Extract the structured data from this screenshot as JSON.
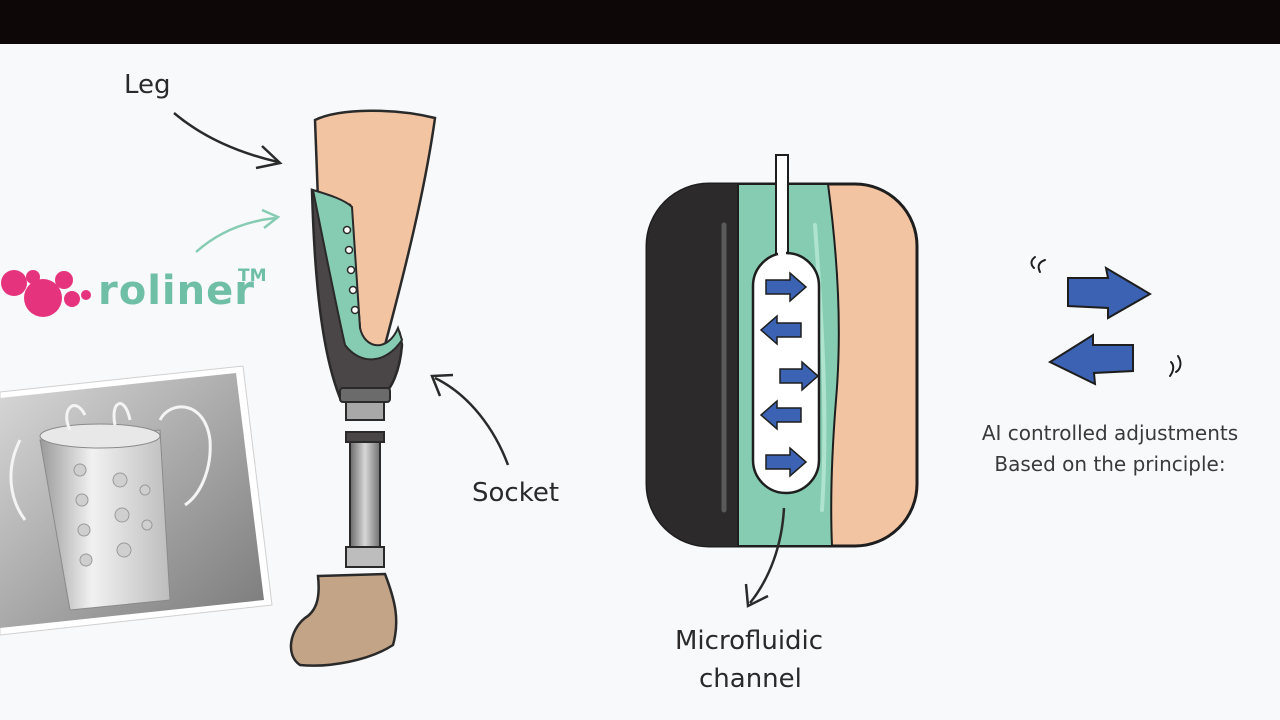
{
  "labels": {
    "leg": "Leg",
    "socket": "Socket",
    "microfluidic_line1": "Microfluidic",
    "microfluidic_line2": "channel"
  },
  "brand": {
    "name": "roliner",
    "trademark": "TM"
  },
  "caption": {
    "line1": "AI controlled adjustments",
    "line2": "Based on the principle:"
  },
  "colors": {
    "skin": "#f2c4a2",
    "liner_teal": "#86ccb2",
    "socket_dark": "#4a4547",
    "arrow_blue": "#3b62b3",
    "brand_pink": "#e6337e",
    "brand_teal": "#6fbfa6",
    "top_bar": "#0d0707"
  }
}
